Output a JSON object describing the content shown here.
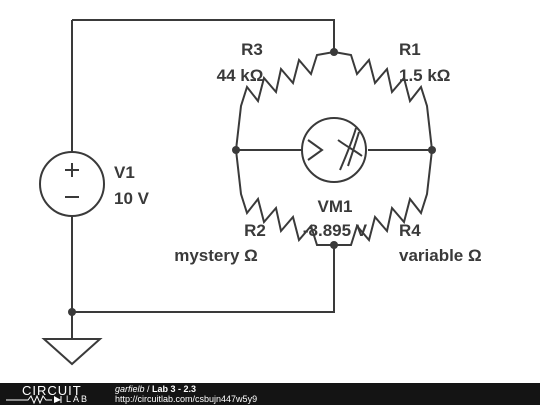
{
  "components": {
    "v1": {
      "name": "V1",
      "value": "10 V"
    },
    "r1": {
      "name": "R1",
      "value": "1.5 kΩ"
    },
    "r2": {
      "name": "R2",
      "value": "mystery Ω"
    },
    "r3": {
      "name": "R3",
      "value": "44 kΩ"
    },
    "r4": {
      "name": "R4",
      "value": "variable Ω"
    },
    "vm1": {
      "name": "VM1",
      "value": "-8.895 V"
    }
  },
  "footer": {
    "logo_top": "CIRCUIT",
    "logo_bottom": "LAB",
    "author": "garfielb",
    "separator": " / ",
    "title": "Lab 3 - 2.3",
    "url": "http://circuitlab.com/csbujn447w5y9"
  },
  "colors": {
    "wire": "#3a3a3a",
    "background": "#ffffff",
    "footer_background": "#141414"
  }
}
